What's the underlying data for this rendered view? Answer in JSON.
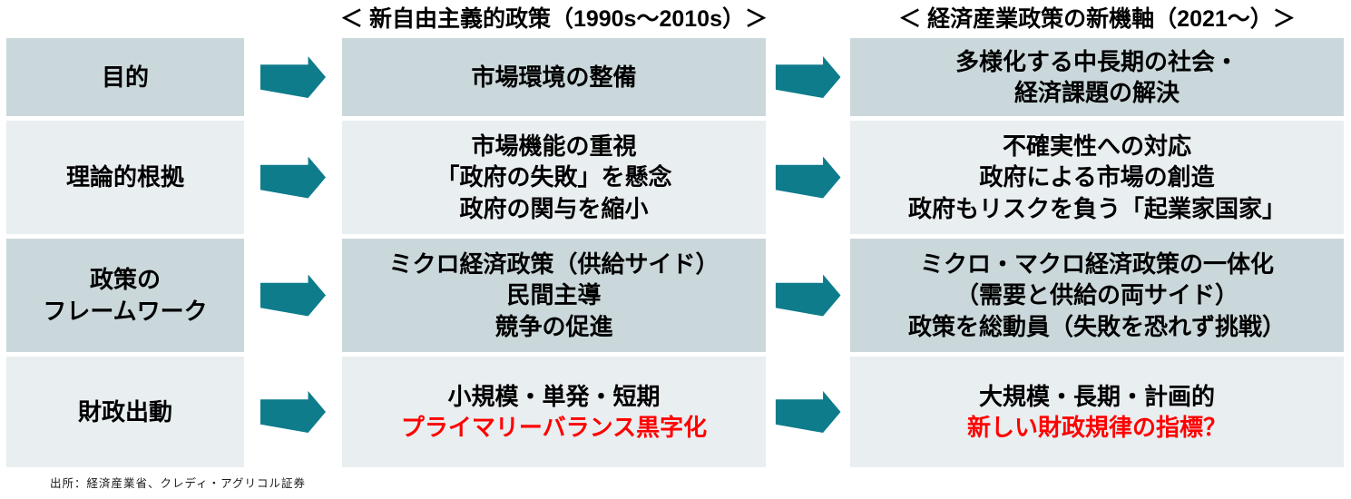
{
  "headers": {
    "neoliberal": "＜ 新自由主義的政策（1990s～2010s）＞",
    "new_axis": "＜ 経済産業政策の新機軸（2021～）＞"
  },
  "rows": [
    {
      "label_lines": [
        "目的"
      ],
      "old": {
        "lines": [
          "市場環境の整備"
        ]
      },
      "new": {
        "lines": [
          "多様化する中長期の社会・",
          "経済課題の解決"
        ]
      }
    },
    {
      "label_lines": [
        "理論的根拠"
      ],
      "old": {
        "lines": [
          "市場機能の重視",
          "「政府の失敗」を懸念",
          "政府の関与を縮小"
        ]
      },
      "new": {
        "lines": [
          "不確実性への対応",
          "政府による市場の創造",
          "政府もリスクを負う「起業家国家」"
        ]
      }
    },
    {
      "label_lines": [
        "政策の",
        "フレームワーク"
      ],
      "old": {
        "lines": [
          "ミクロ経済政策（供給サイド）",
          "民間主導",
          "競争の促進"
        ]
      },
      "new": {
        "lines": [
          "ミクロ・マクロ経済政策の一体化",
          "（需要と供給の両サイド）",
          "政策を総動員（失敗を恐れず挑戦）"
        ]
      }
    },
    {
      "label_lines": [
        "財政出動"
      ],
      "old": {
        "lines": [
          "小規模・単発・短期"
        ],
        "red_line": "プライマリーバランス黒字化"
      },
      "new": {
        "lines": [
          "大規模・長期・計画的"
        ],
        "red_line": "新しい財政規律の指標？"
      }
    }
  ],
  "source": "出所：経済産業省、クレディ・アグリコル証券",
  "colors": {
    "accent": "#0e7c8b",
    "red": "#ff0000",
    "band_dark": "#cbd8db",
    "band_light": "#e9eef0"
  }
}
